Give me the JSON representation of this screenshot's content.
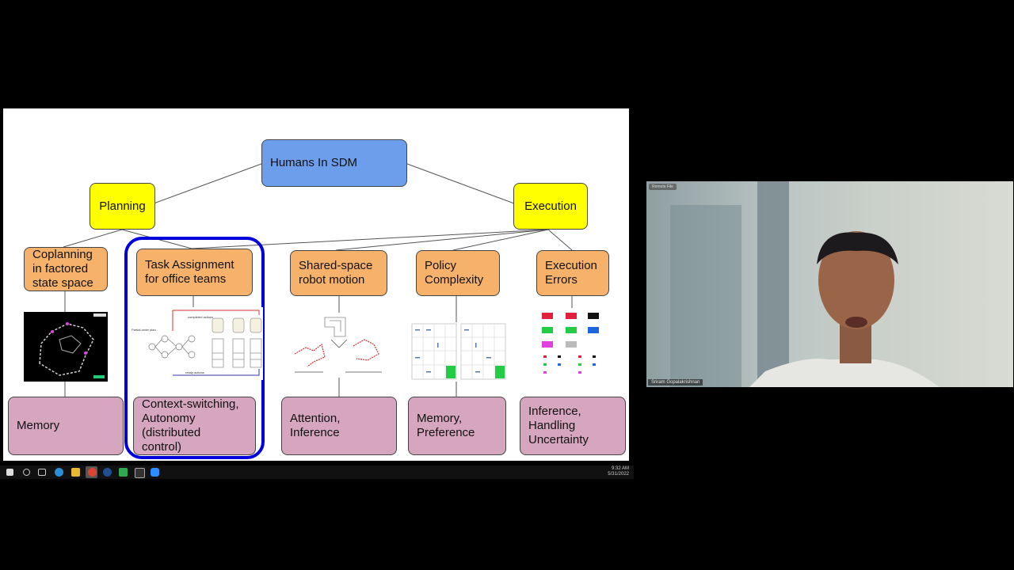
{
  "slide": {
    "root": "Humans In SDM",
    "branches": {
      "planning": "Planning",
      "execution": "Execution"
    },
    "topics": [
      "Coplanning\nin factored\nstate space",
      "Task Assignment\nfor office teams",
      "Shared-space\nrobot motion",
      "Policy\nComplexity",
      "Execution\nErrors"
    ],
    "capabilities": [
      "Memory",
      "Context-switching,\nAutonomy\n(distributed\ncontrol)",
      "Attention,\nInference",
      "Memory,\nPreference",
      "Inference,\nHandling\nUncertainty"
    ],
    "highlight_color": "#0000dd"
  },
  "taskbar": {
    "time": "9:32 AM",
    "date": "5/31/2022",
    "icons": [
      "windows-start",
      "search",
      "task-view",
      "edge",
      "file-explorer",
      "chrome",
      "vpn",
      "app-green",
      "terminal",
      "zoom"
    ]
  },
  "participant": {
    "name": "Sriram Gopalakrishnan",
    "top_label": "Remote File"
  }
}
